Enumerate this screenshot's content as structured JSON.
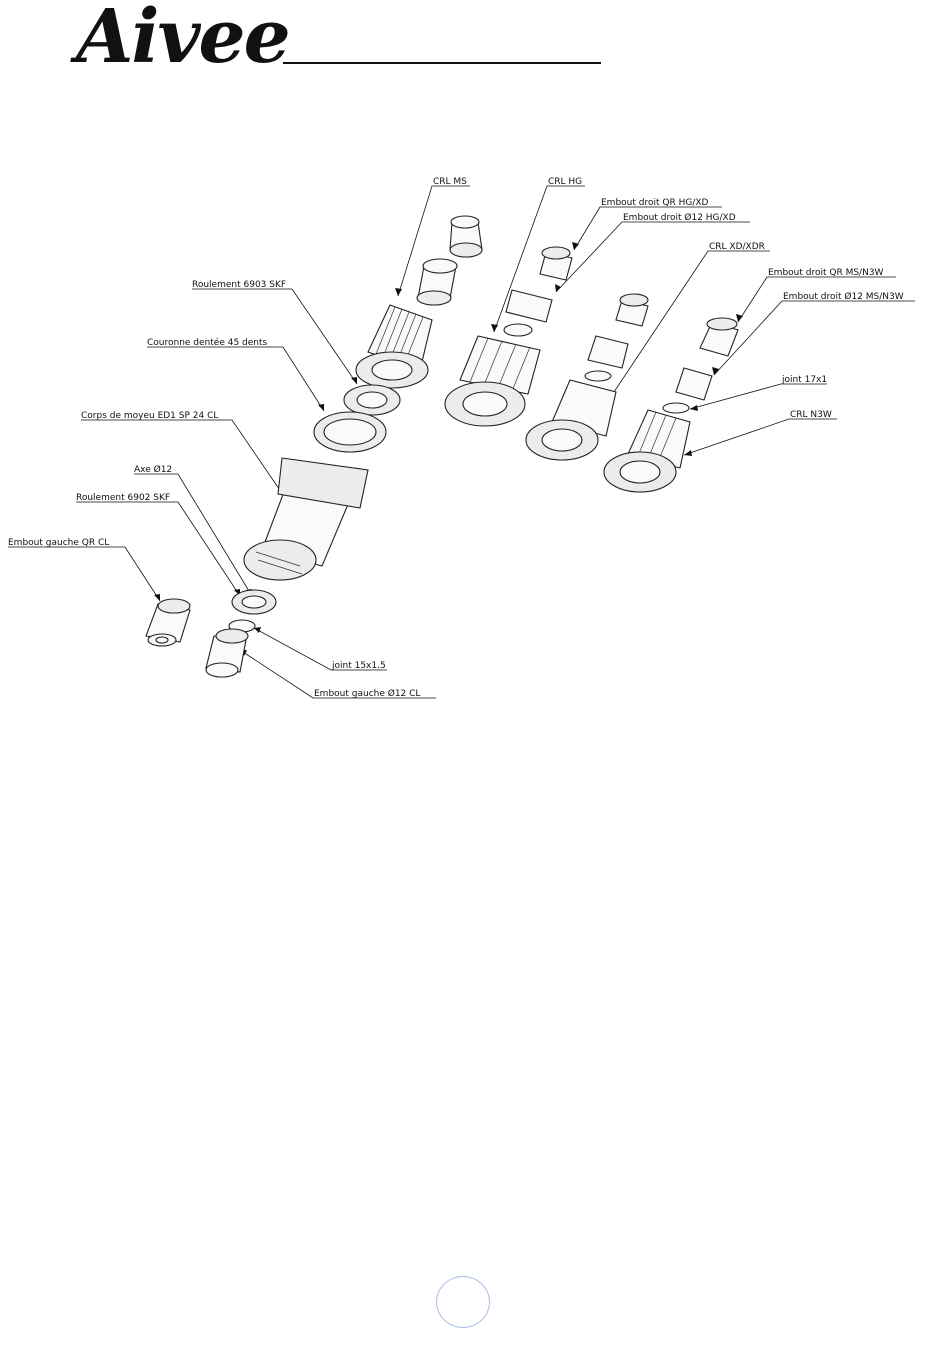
{
  "header": {
    "logo": "Aivee"
  },
  "labels": [
    {
      "id": "crl-ms",
      "text": "CRL MS"
    },
    {
      "id": "crl-hg",
      "text": "CRL HG"
    },
    {
      "id": "embout-droit-qr-hg-xd",
      "text": "Embout droit QR HG/XD"
    },
    {
      "id": "embout-droit-12-hg-xd",
      "text": "Embout droit Ø12 HG/XD"
    },
    {
      "id": "crl-xd-xdr",
      "text": "CRL XD/XDR"
    },
    {
      "id": "embout-droit-qr-ms-n3w",
      "text": "Embout droit QR MS/N3W"
    },
    {
      "id": "embout-droit-12-ms-n3w",
      "text": "Embout droit Ø12 MS/N3W"
    },
    {
      "id": "joint-17x1",
      "text": "joint 17x1"
    },
    {
      "id": "crl-n3w",
      "text": "CRL N3W"
    },
    {
      "id": "roulement-6903",
      "text": "Roulement 6903 SKF"
    },
    {
      "id": "couronne-45",
      "text": "Couronne dentée 45 dents"
    },
    {
      "id": "corps-moyeu",
      "text": "Corps de moyeu ED1 SP 24 CL"
    },
    {
      "id": "axe-12",
      "text": "Axe Ø12"
    },
    {
      "id": "roulement-6902",
      "text": "Roulement 6902 SKF"
    },
    {
      "id": "embout-gauche-qr-cl",
      "text": "Embout gauche QR CL"
    },
    {
      "id": "joint-15x1-5",
      "text": "joint 15x1.5"
    },
    {
      "id": "embout-gauche-12-cl",
      "text": "Embout gauche Ø12 CL"
    }
  ],
  "footer": {
    "page_number": ""
  }
}
